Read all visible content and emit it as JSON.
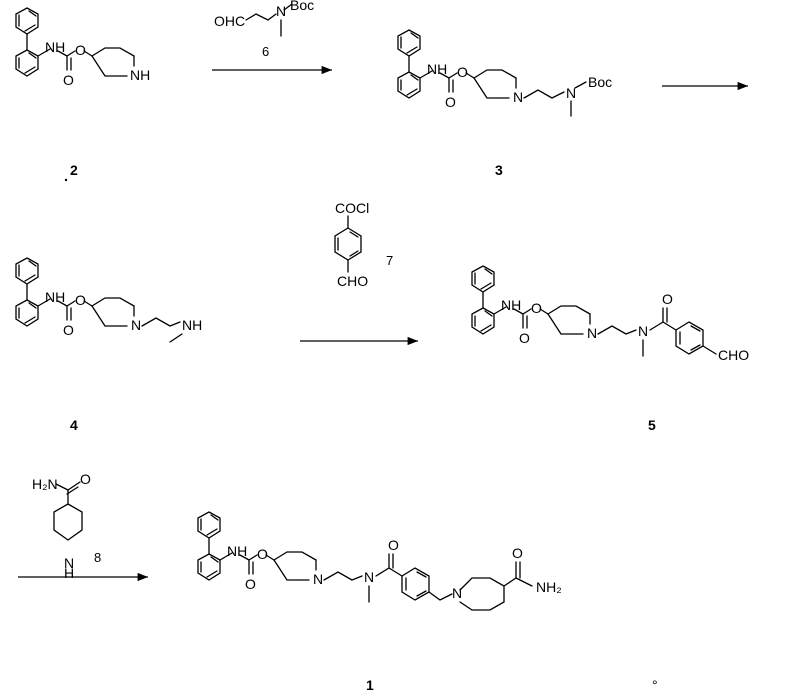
{
  "labels": {
    "NH": "NH",
    "N": "N",
    "O": "O",
    "OHC": "OHC",
    "Boc": "Boc",
    "COCl": "COCl",
    "CHO": "CHO",
    "H2N": "H₂N",
    "NH2": "NH₂",
    "H": "H"
  },
  "compounds": {
    "c2": "2",
    "c3": "3",
    "c4": "4",
    "c5": "5",
    "c1": "1"
  },
  "reagents": {
    "r6": "6",
    "r7": "7",
    "r8": "8"
  },
  "marks": {
    "degree": "°"
  }
}
